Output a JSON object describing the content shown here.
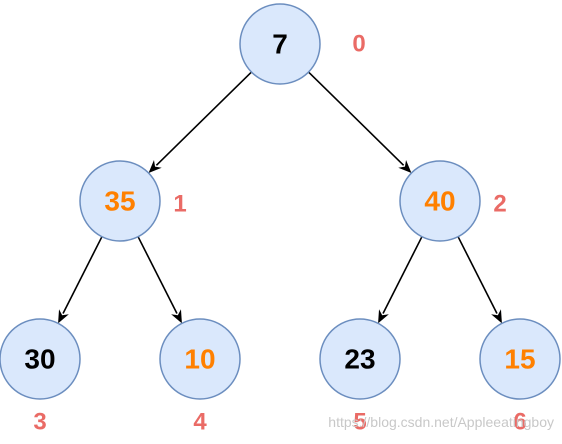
{
  "diagram": {
    "colors": {
      "swapped_text": "#ff8000",
      "normal_text": "#000000",
      "index_text": "#ea6b66",
      "node_fill": "#dae8fc",
      "node_stroke": "#6c8ebf"
    },
    "nodes": [
      {
        "value": "7",
        "index": "0",
        "highlight": false
      },
      {
        "value": "35",
        "index": "1",
        "highlight": true
      },
      {
        "value": "40",
        "index": "2",
        "highlight": true
      },
      {
        "value": "30",
        "index": "3",
        "highlight": false
      },
      {
        "value": "10",
        "index": "4",
        "highlight": true
      },
      {
        "value": "23",
        "index": "5",
        "highlight": false
      },
      {
        "value": "15",
        "index": "6",
        "highlight": true
      }
    ],
    "edges": [
      [
        0,
        1
      ],
      [
        0,
        2
      ],
      [
        1,
        3
      ],
      [
        1,
        4
      ],
      [
        2,
        5
      ],
      [
        2,
        6
      ]
    ]
  },
  "watermark": "https://blog.csdn.net/Appleeatingboy"
}
